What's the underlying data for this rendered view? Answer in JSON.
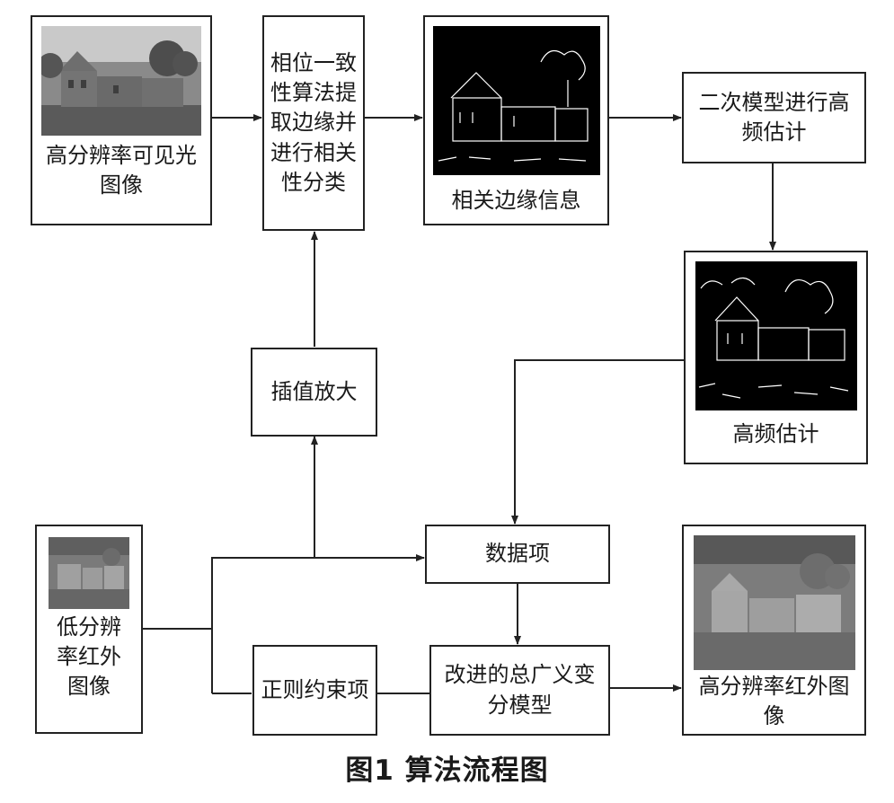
{
  "nodes": {
    "hr_visible": {
      "label": "高分辨率可见光\n图像",
      "thumb": "grayscale photo of farmhouse and trees"
    },
    "phase_congruency": {
      "label": "相位一致\n性算法提\n取边缘并\n进行相关\n性分类"
    },
    "related_edges": {
      "label": "相关边缘信息",
      "thumb": "edge map on black background"
    },
    "quadratic_model": {
      "label": "二次模型进行高\n频估计"
    },
    "hf_estimate": {
      "label": "高频估计",
      "thumb": "high-frequency edge map on black background"
    },
    "interp": {
      "label": "插值放大"
    },
    "lr_infrared": {
      "label": "低分辨\n率红外\n图像",
      "thumb": "low-resolution infrared scene"
    },
    "data_term": {
      "label": "数据项"
    },
    "reg_term": {
      "label": "正则约束项"
    },
    "improved_tgv": {
      "label": "改进的总广义变\n分模型"
    },
    "hr_infrared": {
      "label": "高分辨率红外图\n像",
      "thumb": "high-resolution infrared scene"
    }
  },
  "caption": "图1  算法流程图",
  "colors": {
    "line": "#222222",
    "background": "#ffffff",
    "edge": "#ffffff"
  }
}
